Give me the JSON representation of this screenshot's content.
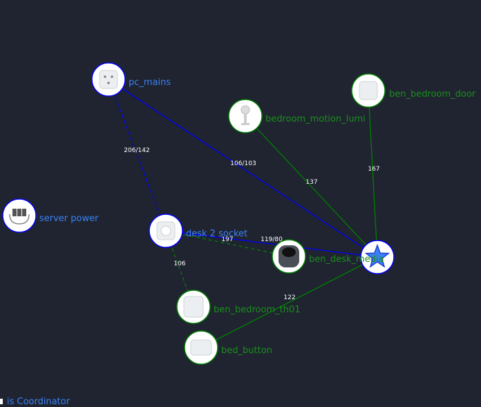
{
  "colors": {
    "background": "#1f2430",
    "router": "#0000ff",
    "end_device": "#008000",
    "router_label": "#3b82f6",
    "end_device_label": "#1a8f1a"
  },
  "nodes": [
    {
      "id": "pc_mains",
      "label": "pc_mains",
      "type": "router",
      "icon": "uk-smart-plug-icon"
    },
    {
      "id": "server_power",
      "label": "server power",
      "type": "router",
      "icon": "power-strip-icon"
    },
    {
      "id": "desk_2_socket",
      "label": "desk 2 socket",
      "type": "router",
      "icon": "eu-smart-socket-icon"
    },
    {
      "id": "coordinator",
      "label": "",
      "type": "coordinator",
      "icon": "star-icon"
    },
    {
      "id": "bedroom_motion_lumi",
      "label": "bedroom_motion_lumi",
      "type": "end_device",
      "icon": "motion-sensor-icon"
    },
    {
      "id": "ben_bedroom_door",
      "label": "ben_bedroom_door",
      "type": "end_device",
      "icon": "door-sensor-icon"
    },
    {
      "id": "ben_desk_media",
      "label": "ben_desk_media",
      "type": "end_device",
      "icon": "knob-icon"
    },
    {
      "id": "ben_bedroom_th01",
      "label": "ben_bedroom_th01",
      "type": "end_device",
      "icon": "temp-sensor-icon"
    },
    {
      "id": "bed_button",
      "label": "bed_button",
      "type": "end_device",
      "icon": "button-icon"
    }
  ],
  "links": [
    {
      "source": "pc_mains",
      "target": "coordinator",
      "label": "106/103",
      "style": "solid",
      "kind": "router"
    },
    {
      "source": "pc_mains",
      "target": "desk_2_socket",
      "label": "206/142",
      "style": "dashed",
      "kind": "router"
    },
    {
      "source": "desk_2_socket",
      "target": "coordinator",
      "label": "119/80",
      "style": "solid",
      "kind": "router"
    },
    {
      "source": "desk_2_socket",
      "target": "ben_desk_media",
      "label": "197",
      "style": "dashed",
      "kind": "end_device"
    },
    {
      "source": "desk_2_socket",
      "target": "ben_bedroom_th01",
      "label": "106",
      "style": "dashed",
      "kind": "end_device"
    },
    {
      "source": "bedroom_motion_lumi",
      "target": "coordinator",
      "label": "137",
      "style": "solid",
      "kind": "end_device"
    },
    {
      "source": "ben_bedroom_door",
      "target": "coordinator",
      "label": "167",
      "style": "solid",
      "kind": "end_device"
    },
    {
      "source": "bed_button",
      "target": "coordinator",
      "label": "122",
      "style": "solid",
      "kind": "end_device"
    }
  ],
  "legend": {
    "coordinator_text": "is Coordinator"
  }
}
